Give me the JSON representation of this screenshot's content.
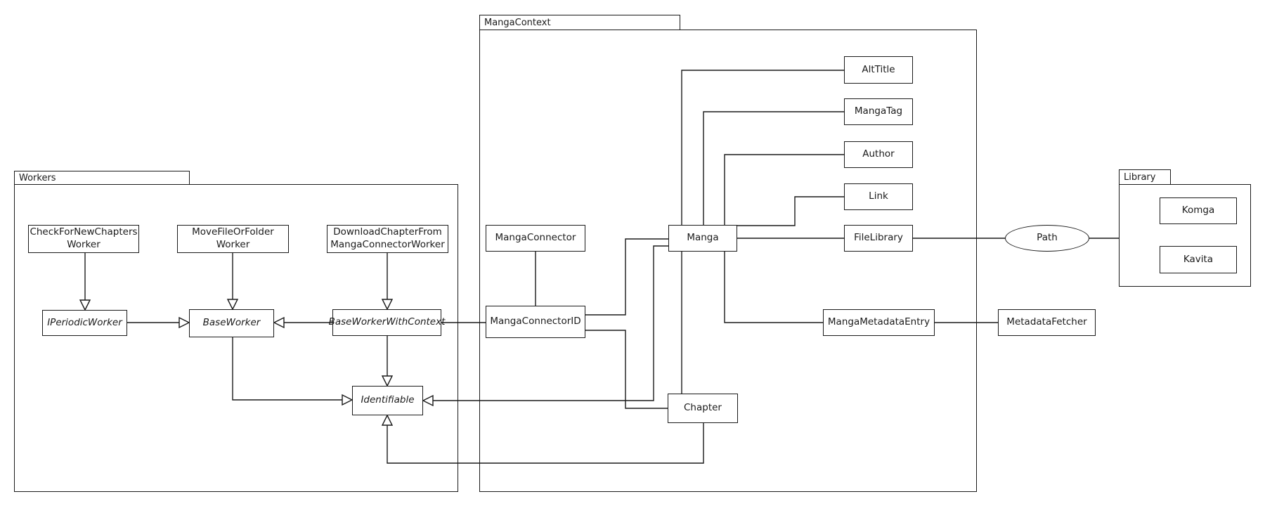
{
  "packages": {
    "workers": {
      "label": "Workers"
    },
    "manga_context": {
      "label": "MangaContext"
    },
    "library": {
      "label": "Library"
    }
  },
  "nodes": {
    "check_for_new_chapters_worker": {
      "label": "CheckForNewChapters\nWorker"
    },
    "move_file_or_folder_worker": {
      "label": "MoveFileOrFolder\nWorker"
    },
    "download_chapter_from_manga_connector_worker": {
      "label": "DownloadChapterFrom\nMangaConnectorWorker"
    },
    "i_periodic_worker": {
      "label": "IPeriodicWorker",
      "italic": true
    },
    "base_worker": {
      "label": "BaseWorker",
      "italic": true
    },
    "base_worker_with_context": {
      "label": "BaseWorkerWithContext",
      "italic": true
    },
    "identifiable": {
      "label": "Identifiable",
      "italic": true
    },
    "manga_connector": {
      "label": "MangaConnector"
    },
    "manga_connector_id": {
      "label": "MangaConnectorID"
    },
    "manga": {
      "label": "Manga"
    },
    "chapter": {
      "label": "Chapter"
    },
    "alt_title": {
      "label": "AltTitle"
    },
    "manga_tag": {
      "label": "MangaTag"
    },
    "author": {
      "label": "Author"
    },
    "link": {
      "label": "Link"
    },
    "file_library": {
      "label": "FileLibrary"
    },
    "manga_metadata_entry": {
      "label": "MangaMetadataEntry"
    },
    "metadata_fetcher": {
      "label": "MetadataFetcher"
    },
    "komga": {
      "label": "Komga"
    },
    "kavita": {
      "label": "Kavita"
    },
    "path": {
      "label": "Path",
      "shape": "ellipse"
    }
  },
  "relations": [
    {
      "from": "CheckForNewChaptersWorker",
      "to": "IPeriodicWorker",
      "type": "generalization"
    },
    {
      "from": "MoveFileOrFolderWorker",
      "to": "BaseWorker",
      "type": "generalization"
    },
    {
      "from": "DownloadChapterFromMangaConnectorWorker",
      "to": "BaseWorkerWithContext",
      "type": "generalization"
    },
    {
      "from": "IPeriodicWorker",
      "to": "BaseWorker",
      "type": "generalization"
    },
    {
      "from": "BaseWorkerWithContext",
      "to": "BaseWorker",
      "type": "generalization"
    },
    {
      "from": "BaseWorker",
      "to": "Identifiable",
      "type": "generalization"
    },
    {
      "from": "BaseWorkerWithContext",
      "to": "Identifiable",
      "type": "generalization"
    },
    {
      "from": "BaseWorkerWithContext",
      "to": "MangaConnectorID",
      "type": "association"
    },
    {
      "from": "MangaConnector",
      "to": "MangaConnectorID",
      "type": "association"
    },
    {
      "from": "MangaConnectorID",
      "to": "Manga",
      "type": "association"
    },
    {
      "from": "MangaConnectorID",
      "to": "Chapter",
      "type": "association"
    },
    {
      "from": "Manga",
      "to": "Identifiable",
      "type": "generalization"
    },
    {
      "from": "Chapter",
      "to": "Identifiable",
      "type": "generalization"
    },
    {
      "from": "Manga",
      "to": "AltTitle",
      "type": "association"
    },
    {
      "from": "Manga",
      "to": "MangaTag",
      "type": "association"
    },
    {
      "from": "Manga",
      "to": "Author",
      "type": "association"
    },
    {
      "from": "Manga",
      "to": "Link",
      "type": "association"
    },
    {
      "from": "Manga",
      "to": "FileLibrary",
      "type": "association"
    },
    {
      "from": "Manga",
      "to": "Chapter",
      "type": "association"
    },
    {
      "from": "Manga",
      "to": "MangaMetadataEntry",
      "type": "association"
    },
    {
      "from": "FileLibrary",
      "to": "Path",
      "type": "association"
    },
    {
      "from": "Path",
      "to": "Library",
      "type": "association"
    },
    {
      "from": "MangaMetadataEntry",
      "to": "MetadataFetcher",
      "type": "association"
    }
  ],
  "colors": {
    "line": "#1a1a1a",
    "background": "#ffffff",
    "node_fill": "#ffffff"
  }
}
